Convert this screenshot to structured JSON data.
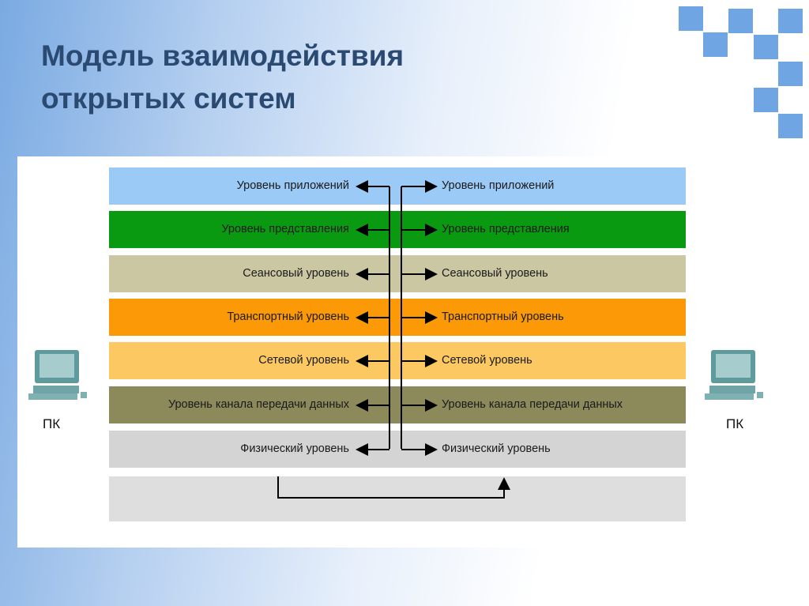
{
  "title": {
    "line1": "Модель взаимодействия",
    "line2": "открытых систем"
  },
  "pc_left": "ПК",
  "pc_right": "ПК",
  "layers": [
    {
      "label": "Уровень приложений",
      "color": "#9ccaf6"
    },
    {
      "label": "Уровень представления",
      "color": "#0a9a12"
    },
    {
      "label": "Сеансовый уровень",
      "color": "#cbc7a2"
    },
    {
      "label": "Транспортный уровень",
      "color": "#fb9a06"
    },
    {
      "label": "Сетевой уровень",
      "color": "#fcc862"
    },
    {
      "label": "Уровень канала передачи данных",
      "color": "#8c8a5a"
    },
    {
      "label": "Физический уровень",
      "color": "#d4d4d4"
    }
  ],
  "medium_color": "#dedede"
}
